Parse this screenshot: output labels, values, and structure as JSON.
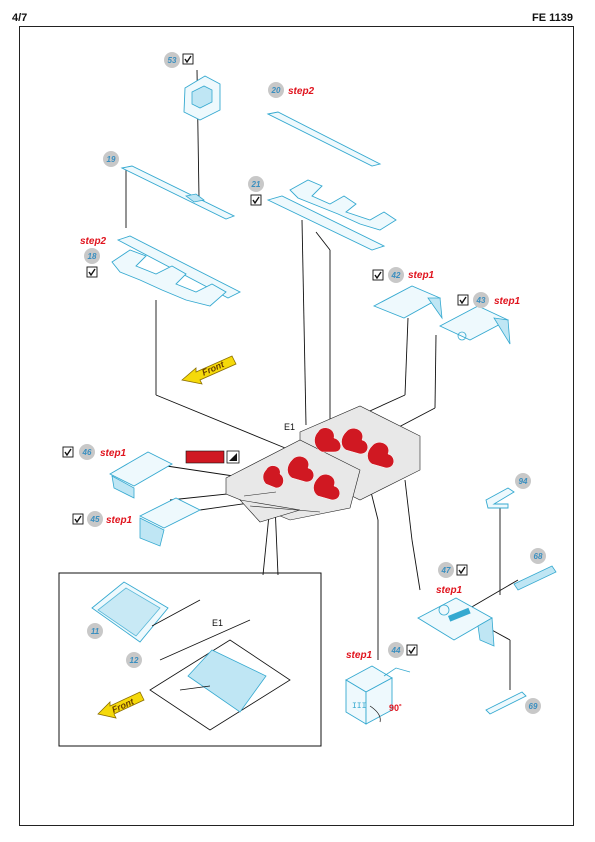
{
  "header": {
    "page": "4/7",
    "code": "FE 1139"
  },
  "colors": {
    "photo_etch": "#35a9d0",
    "painted": "#d01822",
    "step_text": "#e0141e",
    "front_arrow": "#f5d90a",
    "part_bubble": "#c8c8c8"
  },
  "callouts": [
    {
      "id": "53",
      "check": true,
      "step": ""
    },
    {
      "id": "20",
      "check": false,
      "step": "step2"
    },
    {
      "id": "19",
      "check": false,
      "step": ""
    },
    {
      "id": "21",
      "check": true,
      "step": ""
    },
    {
      "id": "18",
      "check": true,
      "step": "step2"
    },
    {
      "id": "42",
      "check": true,
      "step": "step1"
    },
    {
      "id": "43",
      "check": true,
      "step": "step1"
    },
    {
      "id": "46",
      "check": true,
      "step": "step1"
    },
    {
      "id": "45",
      "check": true,
      "step": "step1"
    },
    {
      "id": "94",
      "check": false,
      "step": ""
    },
    {
      "id": "68",
      "check": false,
      "step": ""
    },
    {
      "id": "47",
      "check": true,
      "step": "step1"
    },
    {
      "id": "44",
      "check": true,
      "step": "step1"
    },
    {
      "id": "69",
      "check": false,
      "step": ""
    },
    {
      "id": "11",
      "check": false,
      "step": ""
    },
    {
      "id": "12",
      "check": false,
      "step": ""
    }
  ],
  "labels": {
    "e1_main": "E1",
    "e1_inset": "E1",
    "angle": "90˚",
    "front": "Front"
  }
}
